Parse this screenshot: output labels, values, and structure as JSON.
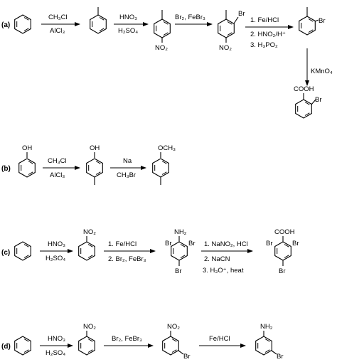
{
  "labels": {
    "a": "(a)",
    "b": "(b)",
    "c": "(c)",
    "d": "(d)"
  },
  "conditions": {
    "a1_top": "CH₃Cl",
    "a1_bot": "AlCl₃",
    "a2_top": "HNO₃",
    "a2_bot": "H₂SO₄",
    "a3_top": "Br₂, FeBr₃",
    "a4_1": "1. Fe/HCl",
    "a4_2": "2. HNO₂/H⁺",
    "a4_3": "3. H₃PO₂",
    "a5": "KMnO₄",
    "b1_top": "CH₃Cl",
    "b1_bot": "AlCl₃",
    "b2_top": "Na",
    "b2_bot": "CH₃Br",
    "c1_top": "HNO₃",
    "c1_bot": "H₂SO₄",
    "c2_1": "1. Fe/HCl",
    "c2_2": "2. Br₂, FeBr₃",
    "c3_1": "1. NaNO₂, HCl",
    "c3_2": "2. NaCN",
    "c3_3": "3. H₃O⁺, heat",
    "d1_top": "HNO₃",
    "d1_bot": "H₂SO₄",
    "d2_top": "Br₂, FeBr₃",
    "d3_top": "Fe/HCl"
  },
  "groups": {
    "no2": "NO₂",
    "br": "Br",
    "oh": "OH",
    "och3": "OCH₃",
    "nh2": "NH₂",
    "cooh": "COOH"
  }
}
